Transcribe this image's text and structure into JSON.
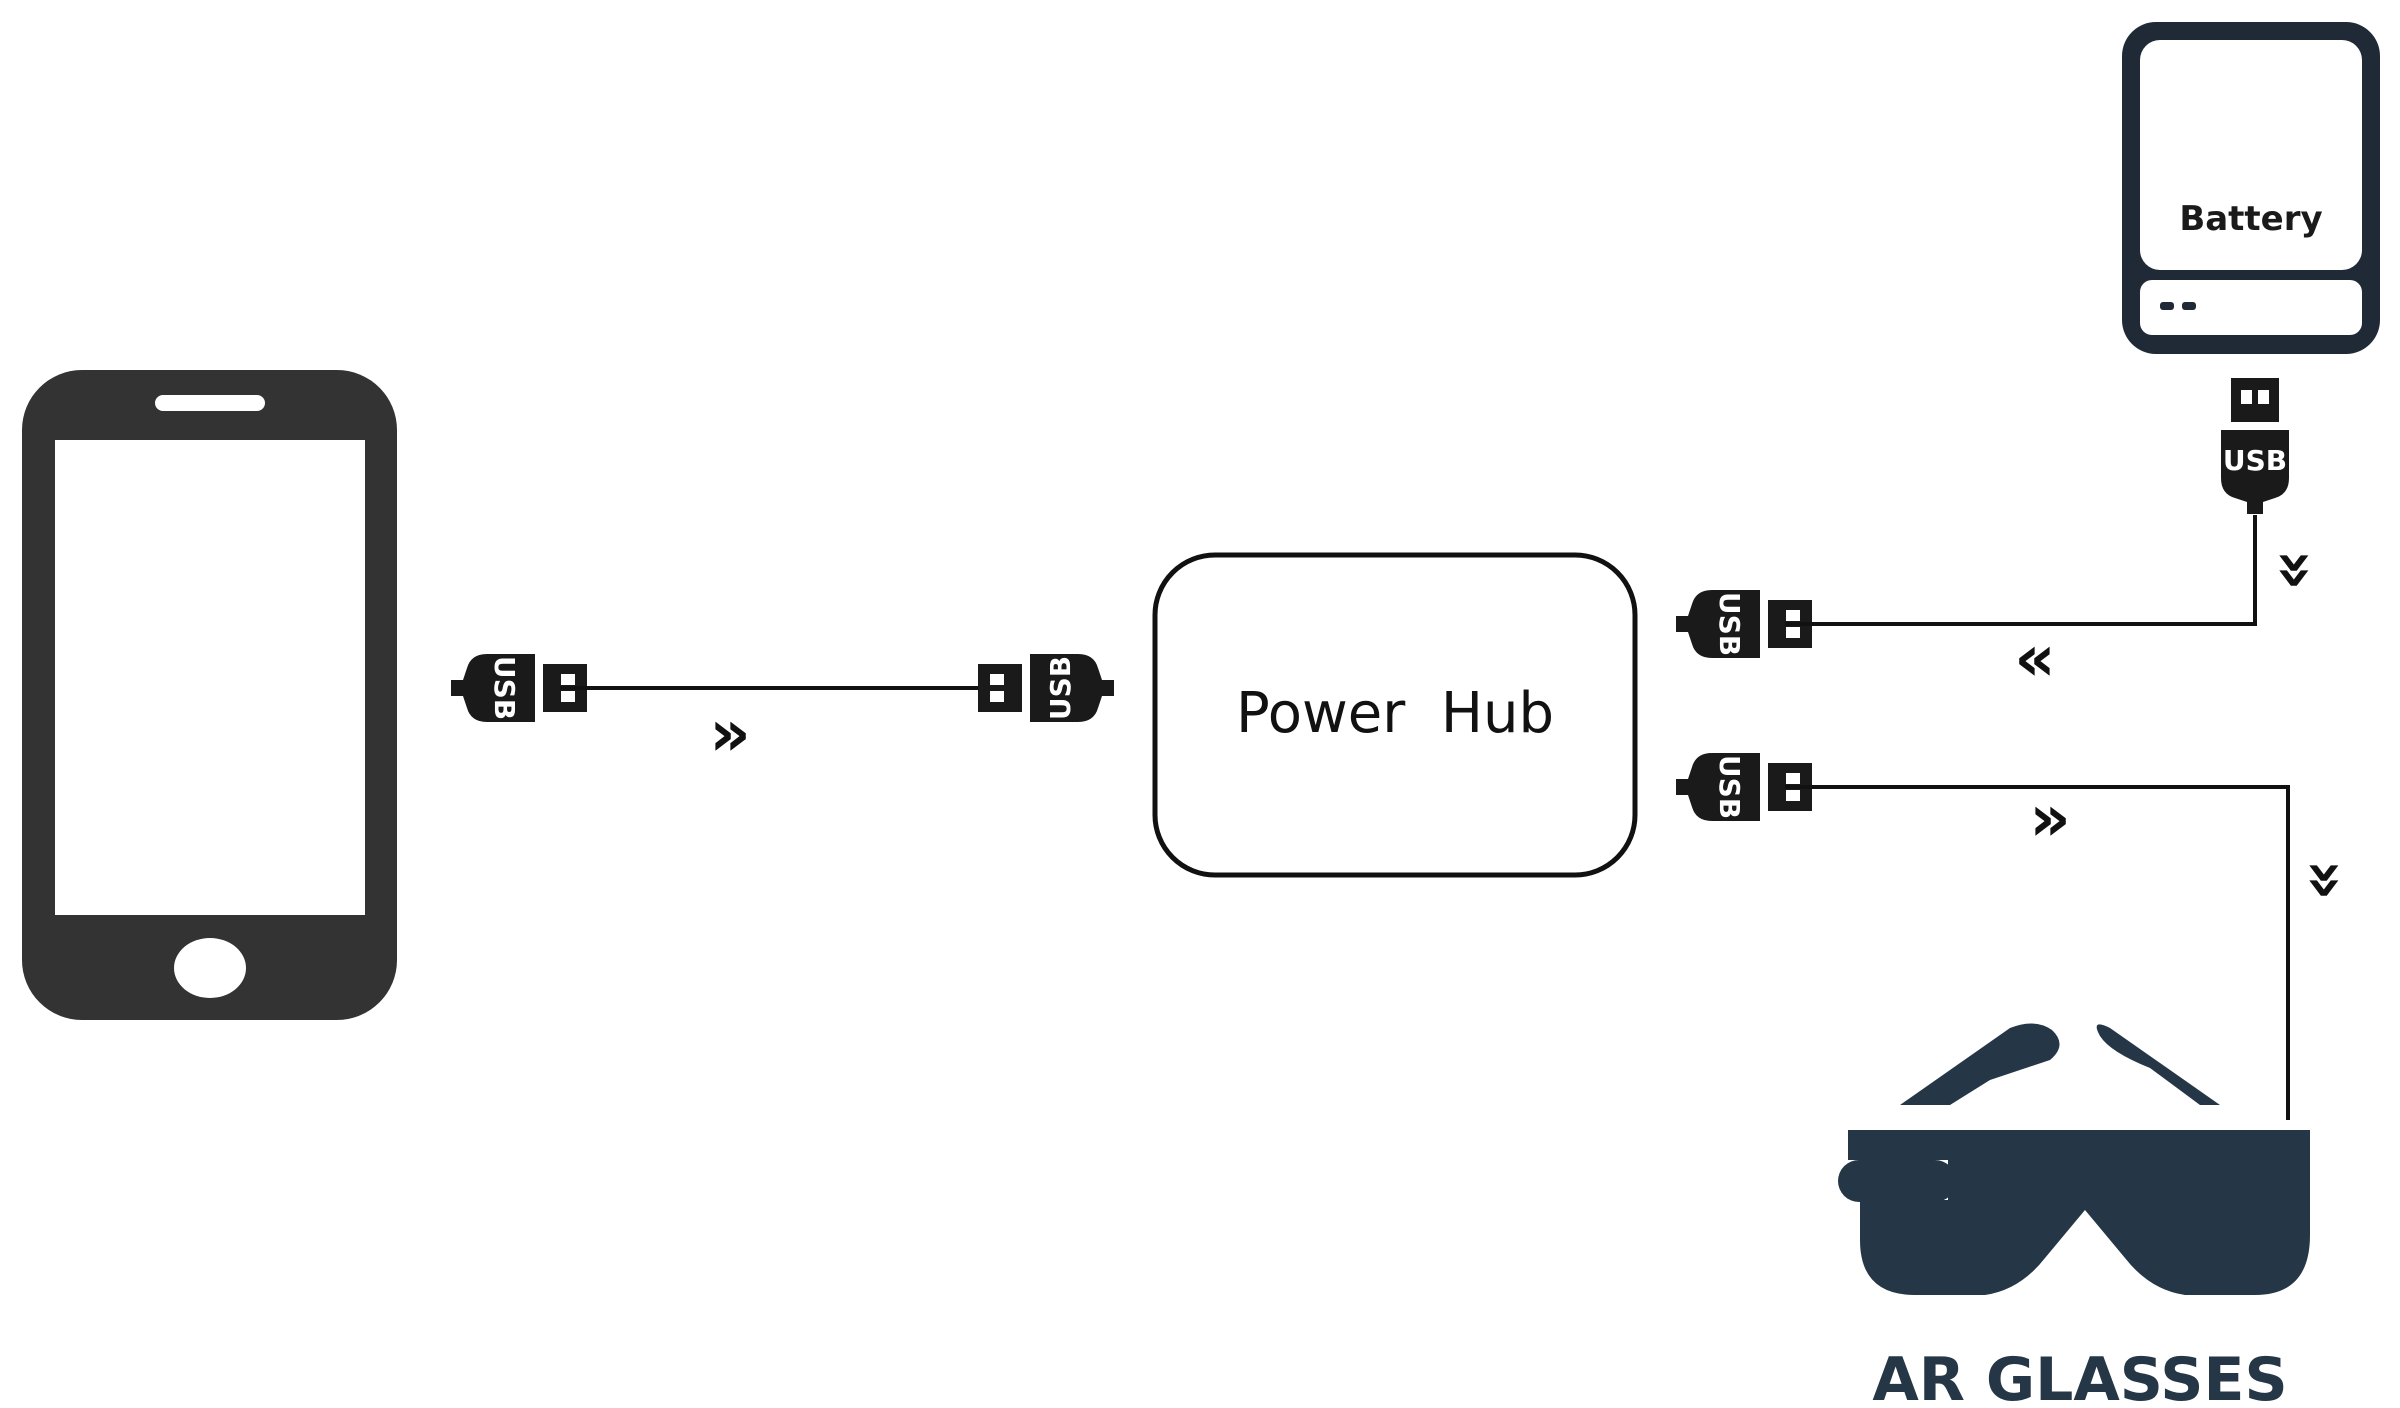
{
  "hub": {
    "label": "Power  Hub"
  },
  "battery": {
    "label": "Battery"
  },
  "glasses": {
    "label": "AR GLASSES"
  },
  "usb": {
    "label": "USB"
  },
  "flow_marker": "»",
  "colors": {
    "phone": "#333333",
    "line": "#111111",
    "glasses": "#253746",
    "background": "#ffffff"
  }
}
